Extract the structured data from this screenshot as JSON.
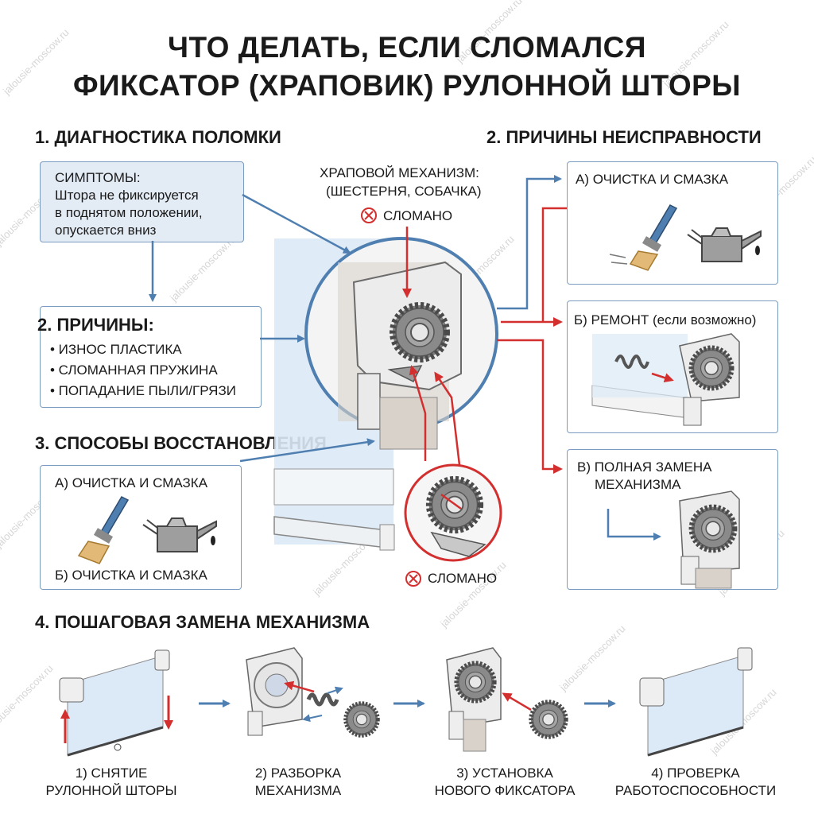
{
  "watermark": "jalousie-moscow.ru",
  "title": {
    "line1": "ЧТО ДЕЛАТЬ, ЕСЛИ СЛОМАЛСЯ",
    "line2": "ФИКСАТОР (ХРАПОВИК) РУЛОННОЙ ШТОРЫ"
  },
  "section1": {
    "heading": "1. ДИАГНОСТИКА ПОЛОМКИ",
    "symptoms_label": "СИМПТОМЫ:",
    "symptoms_lines": [
      "Штора не фиксируется",
      "в поднятом положении,",
      "опускается вниз"
    ],
    "causes_heading": "2. ПРИЧИНЫ:",
    "causes": [
      "• ИЗНОС ПЛАСТИКА",
      "• СЛОМАННАЯ ПРУЖИНА",
      "• ПОПАДАНИЕ ПЫЛИ/ГРЯЗИ"
    ]
  },
  "section3": {
    "heading": "3. СПОСОБЫ ВОССТАНОВЛЕНИЯ",
    "option_a": "А) ОЧИСТКА И СМАЗКА",
    "option_b": "Б) ОЧИСТКА И СМАЗКА"
  },
  "center": {
    "mechanism_line1": "ХРАПОВОЙ МЕХАНИЗМ:",
    "mechanism_line2": "(ШЕСТЕРНЯ, СОБАЧКА)",
    "broken_top": "СЛОМАНО",
    "broken_bottom": "СЛОМАНО"
  },
  "section2": {
    "heading": "2. ПРИЧИНЫ НЕИСПРАВНОСТИ",
    "a": "А) ОЧИСТКА И СМАЗКА",
    "b": "Б) РЕМОНТ (если возможно)",
    "c_line1": "В) ПОЛНАЯ ЗАМЕНА",
    "c_line2": "МЕХАНИЗМА"
  },
  "section4": {
    "heading": "4. ПОШАГОВАЯ ЗАМЕНА МЕХАНИЗМА",
    "steps": [
      {
        "line1": "1) СНЯТИЕ",
        "line2": "РУЛОННОЙ ШТОРЫ"
      },
      {
        "line1": "2) РАЗБОРКА",
        "line2": "МЕХАНИЗМА"
      },
      {
        "line1": "3) УСТАНОВКА",
        "line2": "НОВОГО ФИКСАТОРА"
      },
      {
        "line1": "4) ПРОВЕРКА",
        "line2": "РАБОТОСПОСОБНОСТИ"
      }
    ]
  },
  "colors": {
    "blue": "#4f7fb0",
    "red": "#d32f2f",
    "box_border": "#7a9cc0",
    "fabric": "#dce9f6"
  },
  "icons": [
    "brush-icon",
    "oil-can-icon",
    "gear-icon",
    "spring-icon",
    "broken-x-icon",
    "roller-blind-icon"
  ]
}
